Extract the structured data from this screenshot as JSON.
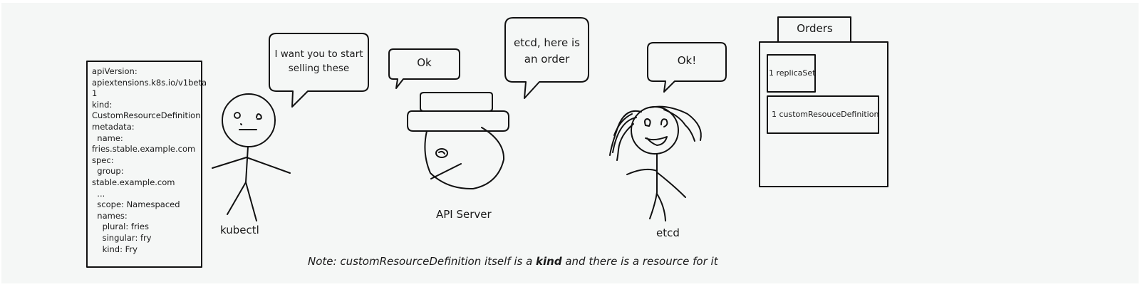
{
  "yaml_manifest": {
    "lines": [
      "apiVersion:",
      "apiextensions.k8s.io/v1beta",
      "1",
      "kind:",
      "CustomResourceDefinition",
      "metadata:",
      "  name:",
      "fries.stable.example.com",
      "spec:",
      "  group:",
      "stable.example.com",
      "  ...",
      "  scope: Namespaced",
      "  names:",
      "    plural: fries",
      "    singular: fry",
      "    kind: Fry"
    ]
  },
  "bubbles": {
    "kubectl_line1": "I want you to start",
    "kubectl_line2": "selling these",
    "api_ok": "Ok",
    "api_order_line1": "etcd, here is",
    "api_order_line2": "an order",
    "etcd_ok": "Ok!"
  },
  "labels": {
    "kubectl": "kubectl",
    "api_server": "API Server",
    "etcd": "etcd"
  },
  "orders": {
    "title": "Orders",
    "items": [
      "1 replicaSet",
      "1 customResouceDefinition"
    ]
  },
  "note": {
    "prefix": "Note: customResourceDefinition itself is a ",
    "bold": "kind",
    "suffix": " and there is a resource for it"
  }
}
